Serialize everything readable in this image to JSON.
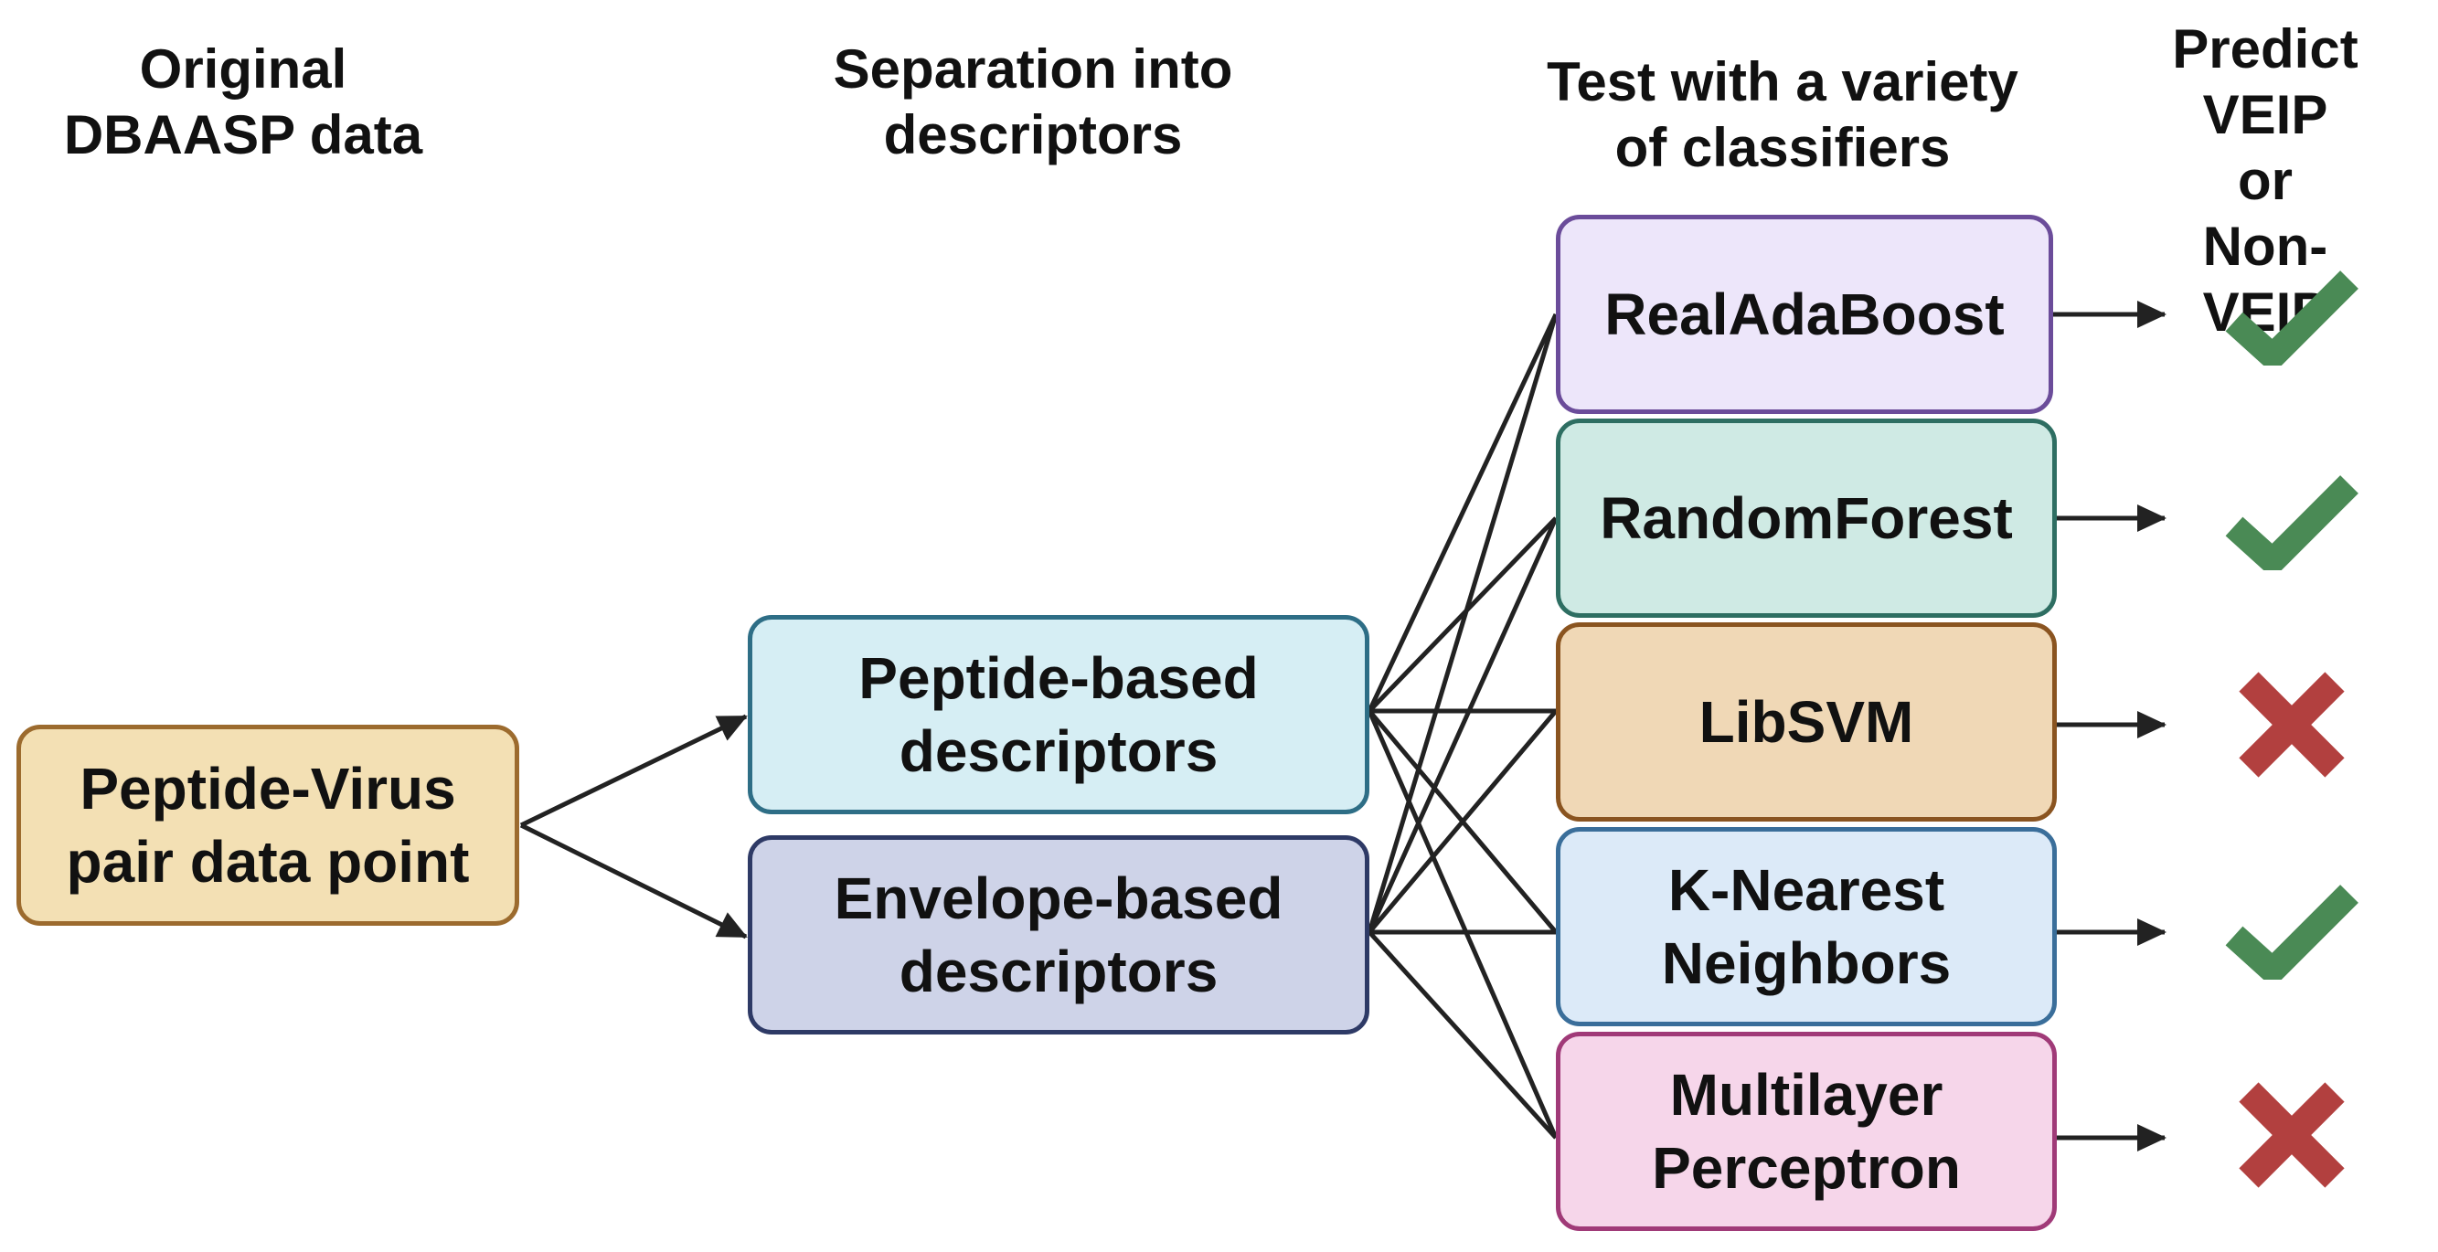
{
  "headers": {
    "col1": "Original\nDBAASP data",
    "col2": "Separation into\ndescriptors",
    "col3": "Test with a variety\nof classifiers",
    "col4": "Predict VEIP\nor\nNon-VEIP"
  },
  "input_box": {
    "label": "Peptide-Virus\npair data point",
    "fill": "#F3E0B4",
    "border": "#9C6B2E"
  },
  "descriptors": [
    {
      "label": "Peptide-based\ndescriptors",
      "fill": "#D6EEF4",
      "border": "#2E6E86"
    },
    {
      "label": "Envelope-based\ndescriptors",
      "fill": "#CED3E8",
      "border": "#2E3A66"
    }
  ],
  "classifiers": [
    {
      "label": "RealAdaBoost",
      "fill": "#EDE6FA",
      "border": "#6B4C9A",
      "result": "check"
    },
    {
      "label": "RandomForest",
      "fill": "#CFEAE4",
      "border": "#2E6E62",
      "result": "check"
    },
    {
      "label": "LibSVM",
      "fill": "#F0D8B6",
      "border": "#8A5420",
      "result": "cross"
    },
    {
      "label": "K-Nearest\nNeighbors",
      "fill": "#DCEAF8",
      "border": "#3A6E9A",
      "result": "check"
    },
    {
      "label": "Multilayer\nPerceptron",
      "fill": "#F6D6EA",
      "border": "#A03A78",
      "result": "cross"
    }
  ],
  "colors": {
    "check": "#4A8A55",
    "cross": "#B2403F",
    "line": "#222222"
  }
}
